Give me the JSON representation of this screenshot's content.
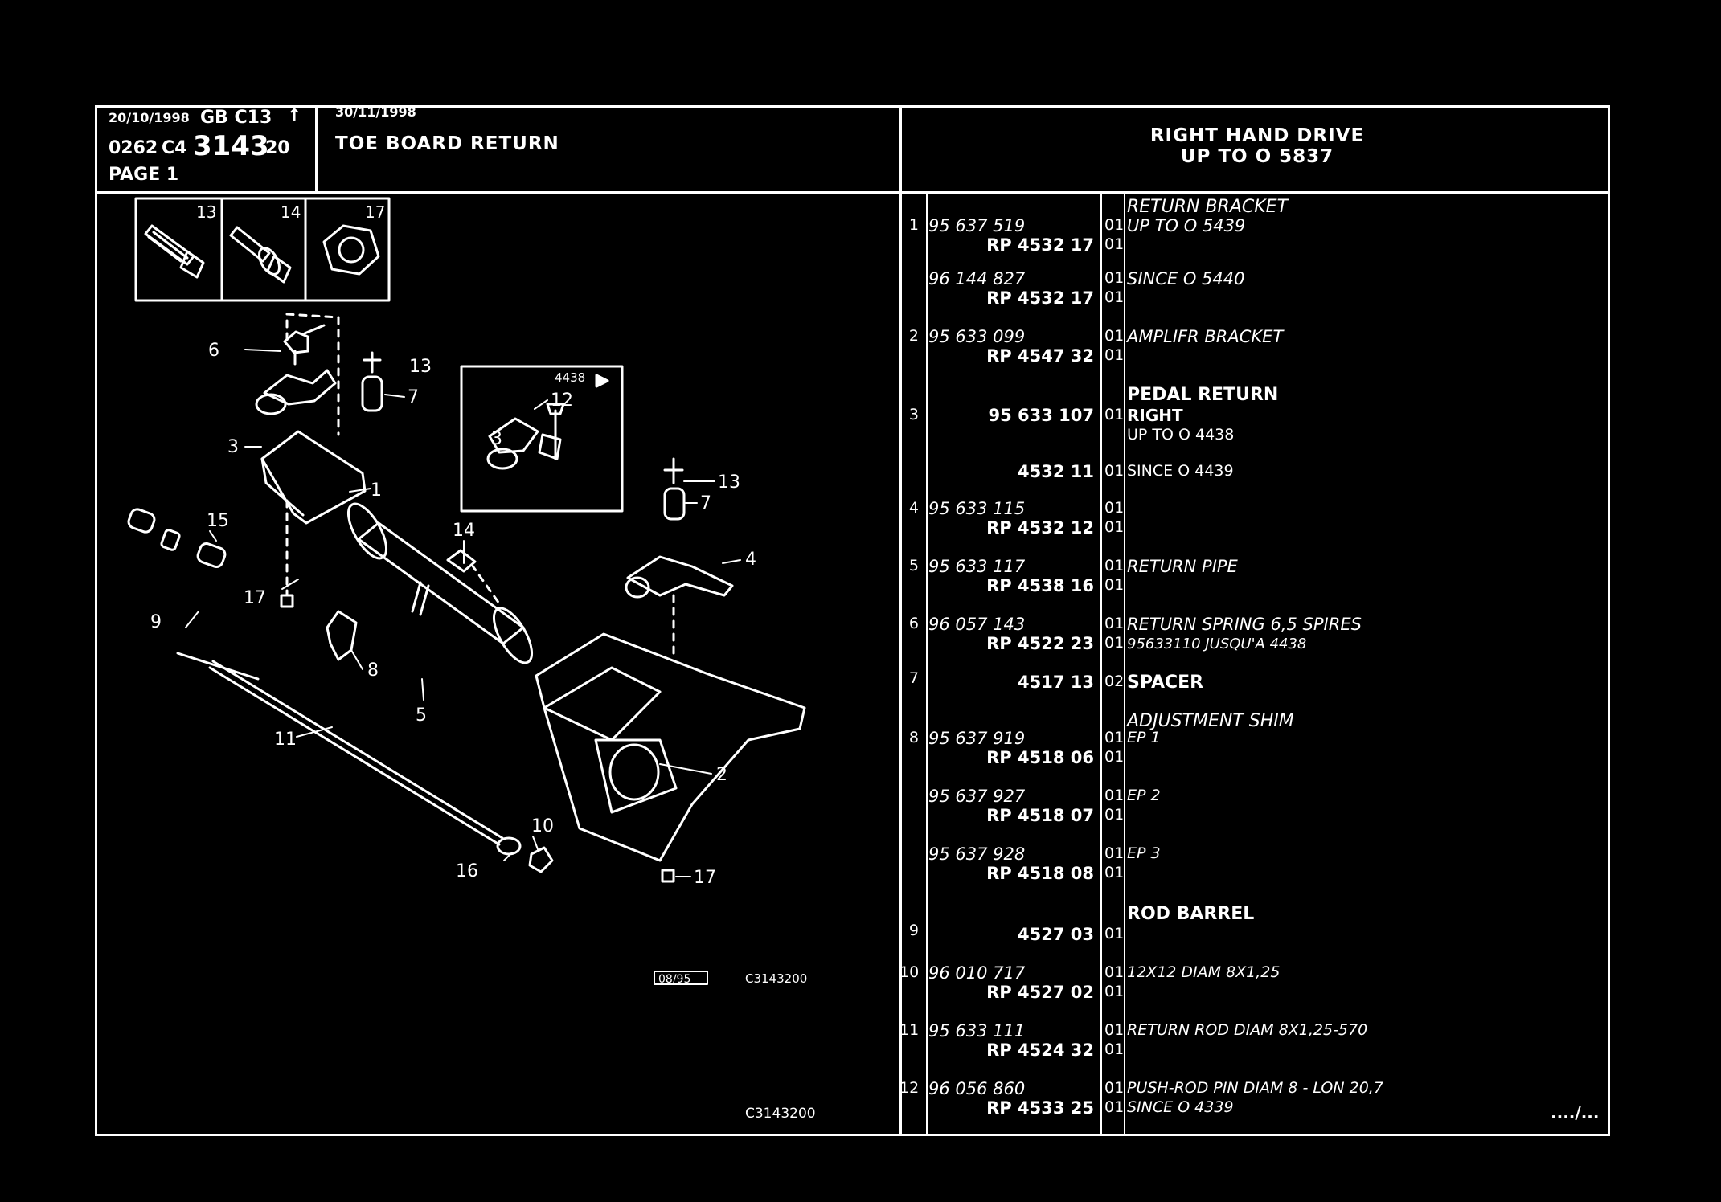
{
  "header": {
    "date1": "20/10/1998",
    "gb_code": "GB C13",
    "date2": "30/11/1998",
    "code_prefix": "0262",
    "code_c4": "C4",
    "code_main": "3143",
    "code_suffix": "20",
    "page_label": "PAGE 1",
    "title": "TOE BOARD RETURN",
    "rhd_line1": "RIGHT HAND DRIVE",
    "rhd_line2": "UP TO O 5837"
  },
  "drawing": {
    "inset_labels": [
      "13",
      "14",
      "17"
    ],
    "detail_box_label": "4438",
    "callouts": [
      "1",
      "2",
      "3",
      "4",
      "5",
      "6",
      "7",
      "8",
      "9",
      "10",
      "11",
      "12",
      "13",
      "14",
      "15",
      "16",
      "17"
    ],
    "stamp_left": "08/95",
    "stamp_right": "C3143200",
    "ref_code": "C3143200"
  },
  "parts": [
    {
      "idx": "1",
      "ref1": "95 637 519",
      "ref2": "RP 4532 17",
      "q1": "01",
      "q2": "01",
      "d1": "RETURN BRACKET",
      "d2": "UP TO O 5439",
      "b1": false
    },
    {
      "idx": "",
      "ref1": "96 144 827",
      "ref2": "RP 4532 17",
      "q1": "01",
      "q2": "01",
      "d1": "SINCE O 5440",
      "d2": "",
      "b1": false
    },
    {
      "idx": "2",
      "ref1": "95 633 099",
      "ref2": "RP 4547 32",
      "q1": "01",
      "q2": "01",
      "d1": "AMPLIFR BRACKET",
      "d2": "",
      "b1": false
    },
    {
      "idx": "10",
      "ref1": "96 010 717",
      "ref2": "RP 4527 02",
      "q1": "01",
      "q2": "01",
      "d1": "12X12 DIAM 8X1,25",
      "d2": "",
      "b1": false
    },
    {
      "idx": "11",
      "ref1": "95 633 111",
      "ref2": "RP 4524 32",
      "q1": "01",
      "q2": "01",
      "d1": "RETURN ROD DIAM 8X1,25-570",
      "d2": "",
      "b1": false
    },
    {
      "idx": "12",
      "ref1": "96 056 860",
      "ref2": "RP 4533 25",
      "q1": "01",
      "q2": "01",
      "d1": "PUSH-ROD PIN DIAM 8 - LON 20,7",
      "d2": "SINCE O 4339",
      "b1": false
    }
  ],
  "parts_mid": {
    "p3_head": "PEDAL RETURN",
    "p3_idx": "3",
    "p3_ref": "95 633 107",
    "p3_q": "01",
    "p3_d1": "RIGHT",
    "p3_d2": "UP TO O 4438",
    "p3b_ref": "4532 11",
    "p3b_q": "01",
    "p3b_d": "SINCE O 4439",
    "p4_idx": "4",
    "p4_ref1": "95 633 115",
    "p4_ref2": "RP 4532 12",
    "p4_q1": "01",
    "p4_q2": "01",
    "p5_idx": "5",
    "p5_ref1": "95 633 117",
    "p5_ref2": "RP 4538 16",
    "p5_q1": "01",
    "p5_q2": "01",
    "p5_d": "RETURN PIPE",
    "p6_idx": "6",
    "p6_ref1": "96 057 143",
    "p6_ref2": "RP 4522 23",
    "p6_q1": "01",
    "p6_q2": "01",
    "p6_d1": "RETURN SPRING 6,5 SPIRES",
    "p6_d2": "95633110 JUSQU'A 4438",
    "p7_idx": "7",
    "p7_ref": "4517 13",
    "p7_q": "02",
    "p7_d": "SPACER",
    "p8_head": "ADJUSTMENT SHIM",
    "p8_idx": "8",
    "p8a_ref1": "95 637 919",
    "p8a_ref2": "RP 4518 06",
    "p8a_d": "EP 1",
    "p8b_ref1": "95 637 927",
    "p8b_ref2": "RP 4518 07",
    "p8b_d": "EP 2",
    "p8c_ref1": "95 637 928",
    "p8c_ref2": "RP 4518 08",
    "p8c_d": "EP 3",
    "q01": "01",
    "p9_head": "ROD BARREL",
    "p9_idx": "9",
    "p9_ref": "4527 03",
    "p9_q": "01",
    "continued": "..../..."
  }
}
